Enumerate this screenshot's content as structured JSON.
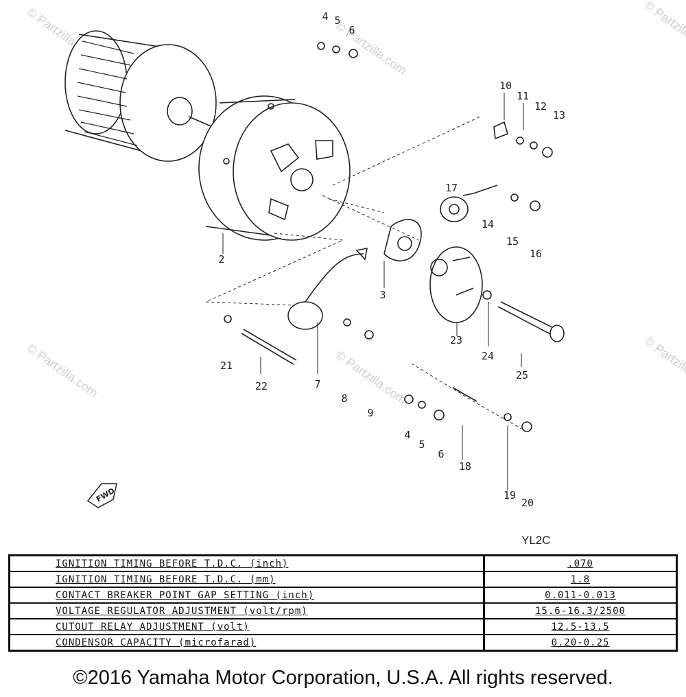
{
  "watermark": "© Partzilla.com",
  "callouts": [
    "2",
    "3",
    "4",
    "5",
    "6",
    "4",
    "5",
    "6",
    "7",
    "8",
    "9",
    "10",
    "11",
    "12",
    "13",
    "14",
    "15",
    "16",
    "17",
    "18",
    "19",
    "20",
    "21",
    "22",
    "23",
    "24",
    "25"
  ],
  "fwd_label": "FWD",
  "model_code": "YL2C",
  "specs": [
    {
      "label": "IGNITION TIMING BEFORE T.D.C. (inch)",
      "value": ".070"
    },
    {
      "label": "IGNITION TIMING BEFORE T.D.C. (mm)",
      "value": "1.8"
    },
    {
      "label": "CONTACT BREAKER POINT GAP SETTING (inch)",
      "value": "0.011-0.013"
    },
    {
      "label": "VOLTAGE REGULATOR ADJUSTMENT (volt/rpm)",
      "value": "15.6-16.3/2500"
    },
    {
      "label": "CUTOUT RELAY ADJUSTMENT (volt)",
      "value": "12.5-13.5"
    },
    {
      "label": "CONDENSOR CAPACITY (microfarad)",
      "value": "0.20-0.25"
    }
  ],
  "copyright": "©2016 Yamaha Motor Corporation, U.S.A. All rights reserved."
}
